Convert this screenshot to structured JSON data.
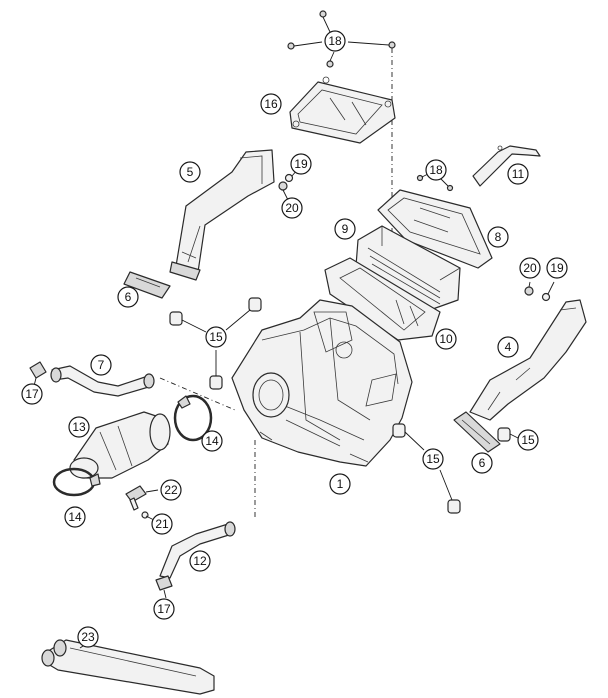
{
  "diagram": {
    "callouts": [
      {
        "id": "c18a",
        "label": "18"
      },
      {
        "id": "c16",
        "label": "16"
      },
      {
        "id": "c5",
        "label": "5"
      },
      {
        "id": "c19a",
        "label": "19"
      },
      {
        "id": "c20a",
        "label": "20"
      },
      {
        "id": "c18b",
        "label": "18"
      },
      {
        "id": "c11",
        "label": "11"
      },
      {
        "id": "c9",
        "label": "9"
      },
      {
        "id": "c8",
        "label": "8"
      },
      {
        "id": "c6a",
        "label": "6"
      },
      {
        "id": "c20b",
        "label": "20"
      },
      {
        "id": "c19b",
        "label": "19"
      },
      {
        "id": "c15a",
        "label": "15"
      },
      {
        "id": "c10",
        "label": "10"
      },
      {
        "id": "c4",
        "label": "4"
      },
      {
        "id": "c7",
        "label": "7"
      },
      {
        "id": "c17a",
        "label": "17"
      },
      {
        "id": "c13",
        "label": "13"
      },
      {
        "id": "c14a",
        "label": "14"
      },
      {
        "id": "c15b",
        "label": "15"
      },
      {
        "id": "c15c",
        "label": "15"
      },
      {
        "id": "c6b",
        "label": "6"
      },
      {
        "id": "c1",
        "label": "1"
      },
      {
        "id": "c22",
        "label": "22"
      },
      {
        "id": "c14b",
        "label": "14"
      },
      {
        "id": "c21",
        "label": "21"
      },
      {
        "id": "c12",
        "label": "12"
      },
      {
        "id": "c17b",
        "label": "17"
      },
      {
        "id": "c23",
        "label": "23"
      }
    ]
  }
}
